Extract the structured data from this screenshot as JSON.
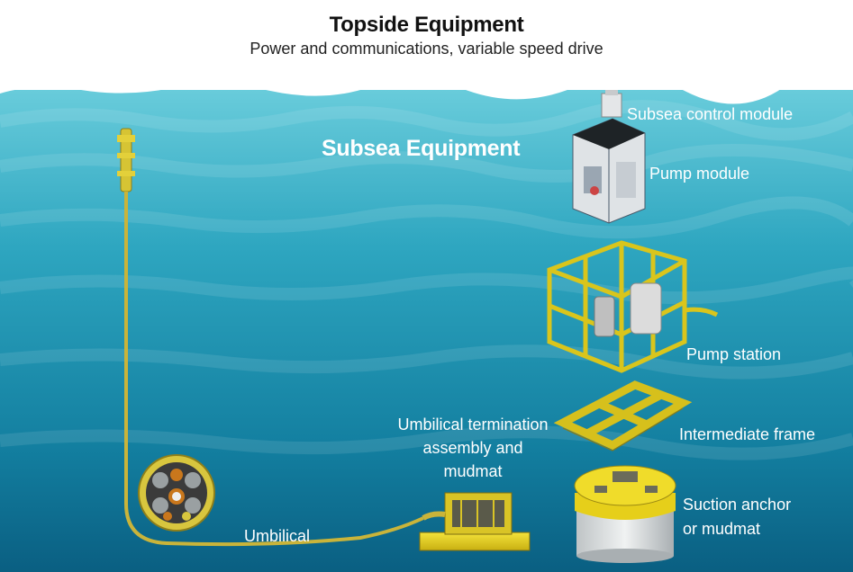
{
  "topside": {
    "title": "Topside Equipment",
    "subtitle": "Power and communications, variable speed drive"
  },
  "subsea": {
    "title": "Subsea Equipment"
  },
  "components": {
    "control_module": "Subsea control module",
    "pump_module": "Pump module",
    "pump_station": "Pump station",
    "intermediate_frame": "Intermediate frame",
    "suction_anchor_line1": "Suction anchor",
    "suction_anchor_line2": "or mudmat",
    "uta_line1": "Umbilical termination",
    "uta_line2": "assembly and",
    "uta_line3": "mudmat",
    "umbilical": "Umbilical"
  },
  "colors": {
    "sea_top": "#5ec8d8",
    "sea_bottom": "#0a5f82",
    "equipment_yellow": "#e8d21e",
    "umbilical": "#c9b43a"
  }
}
